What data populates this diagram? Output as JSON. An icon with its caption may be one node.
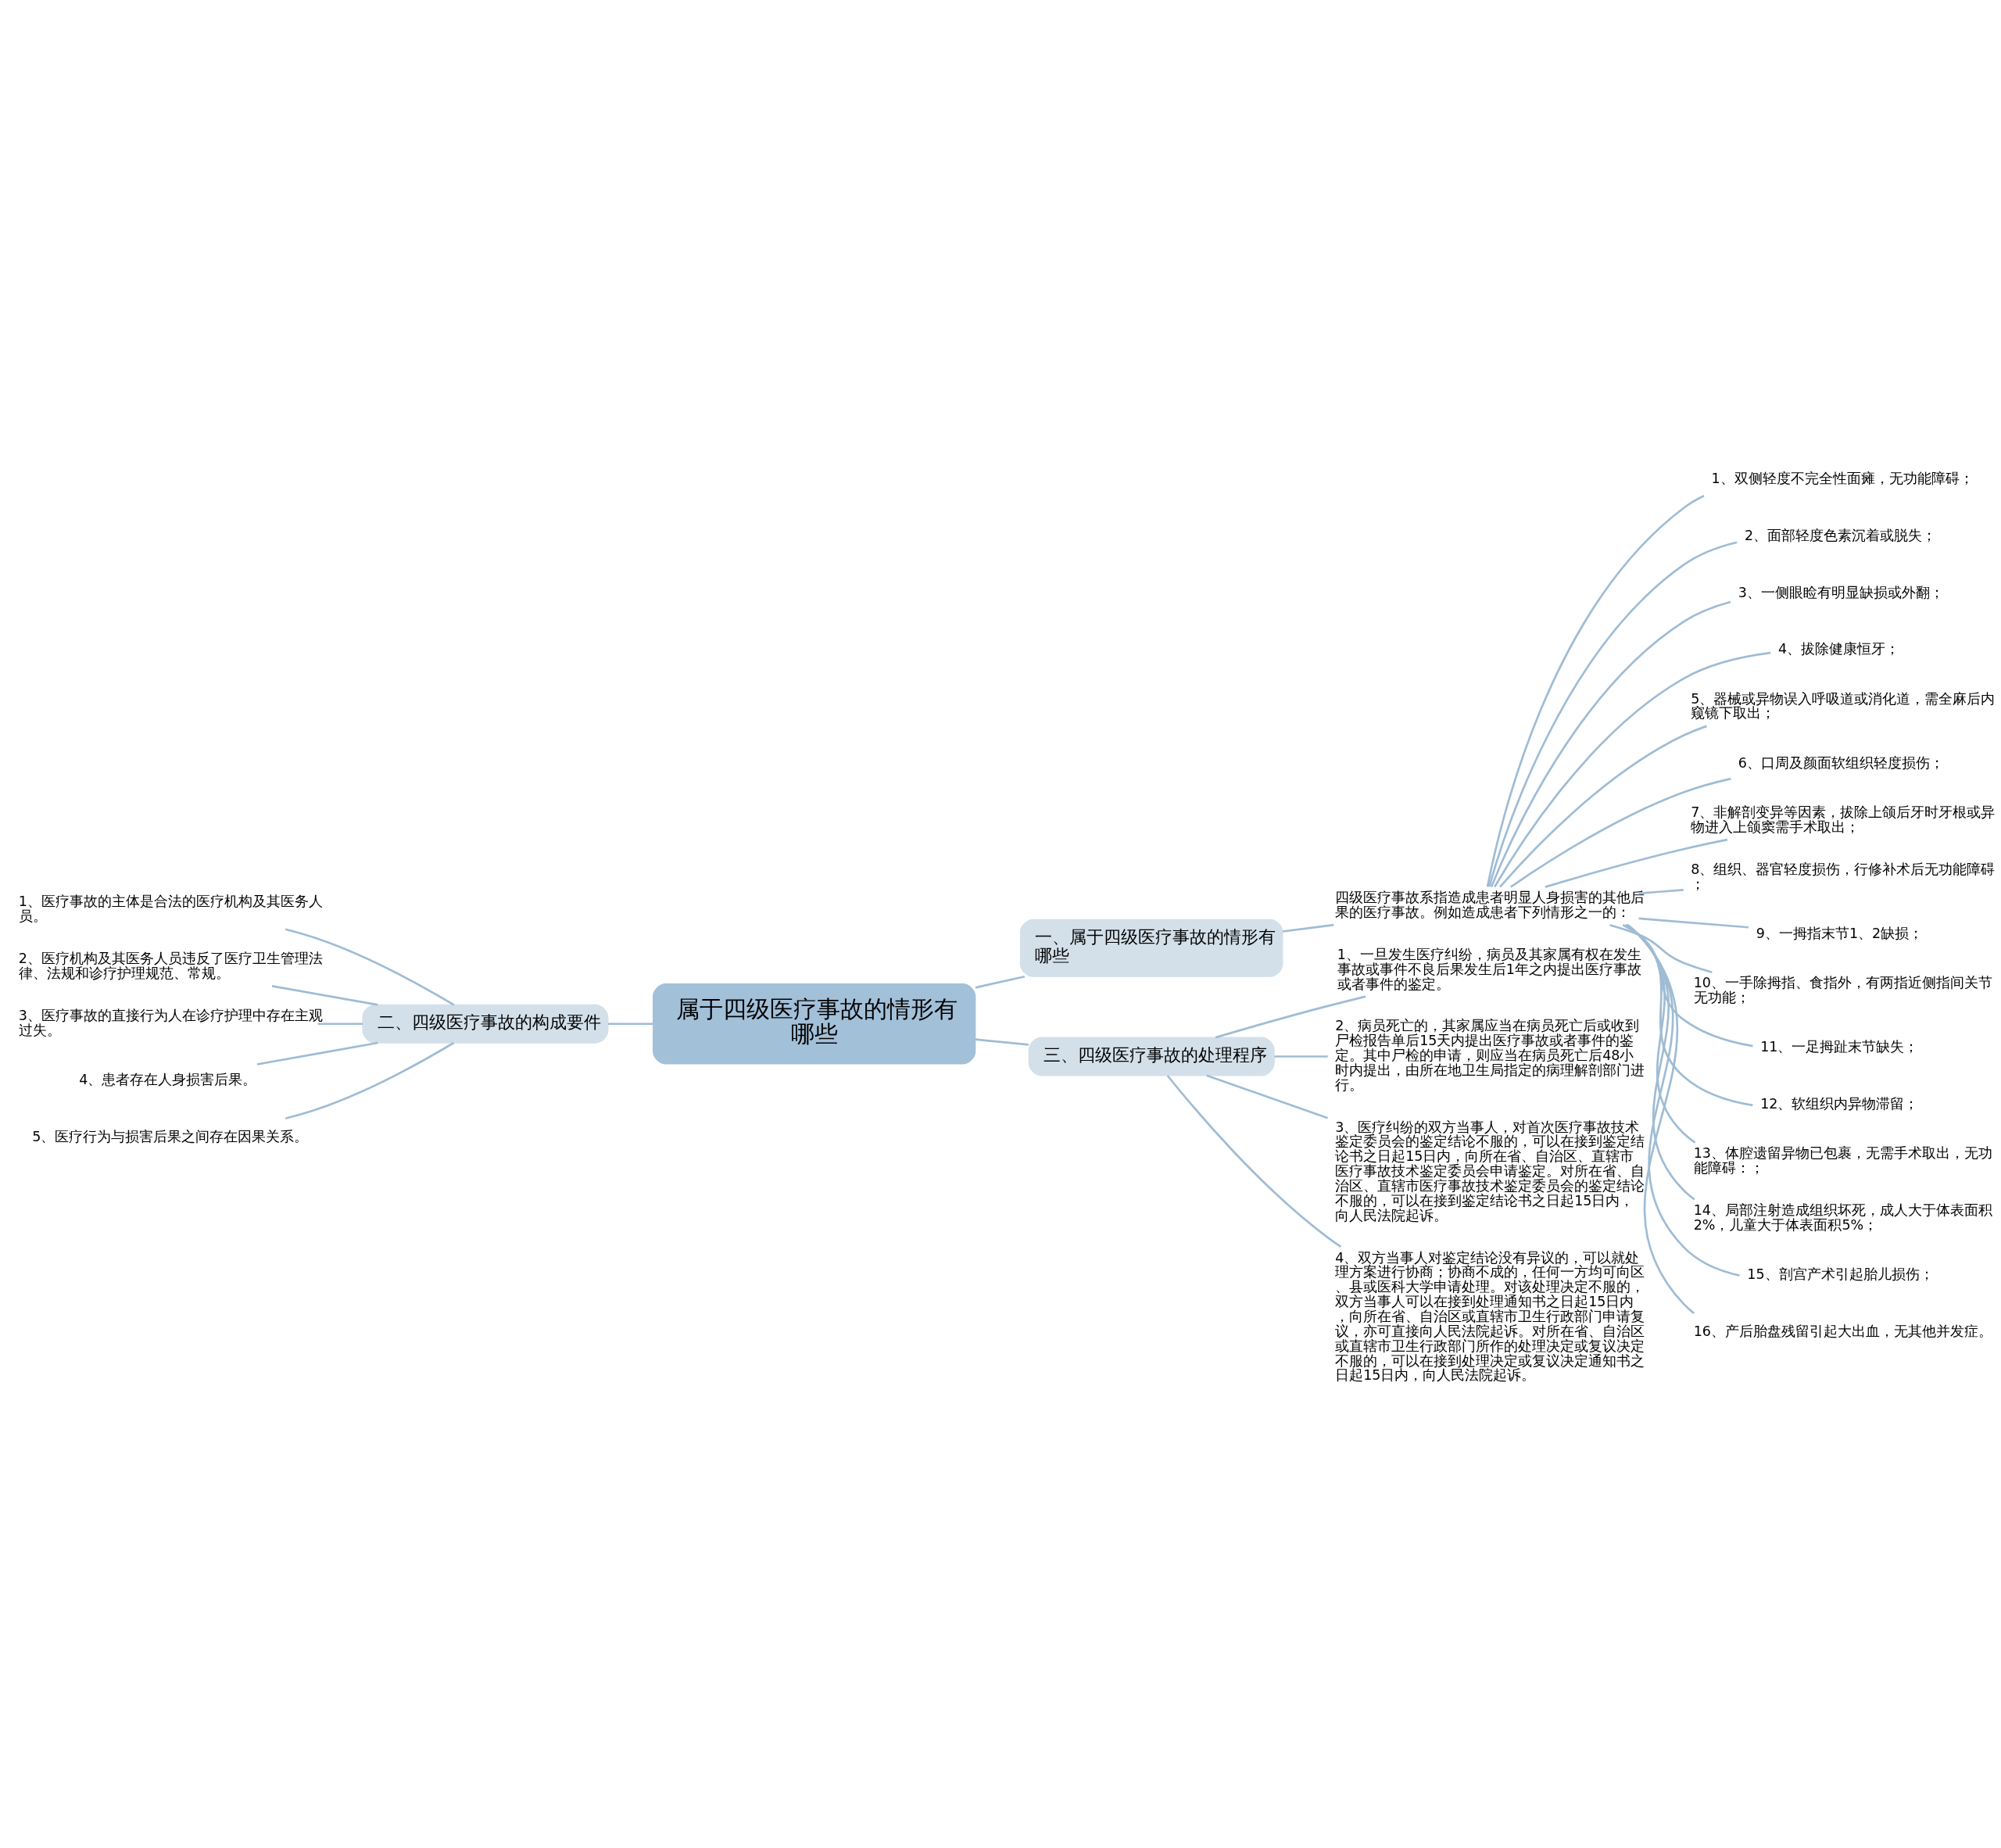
{
  "diagram": {
    "nodes": [
      {
        "text": [
          "属于四级医疗事故的情形有哪些"
        ]
      },
      {
        "text": [
          "一、属于四级医疗事故的情形有哪些"
        ]
      },
      {
        "text": [
          "四级医疗事故系指造成患者明显人身损害的其他后果的医疗事故。例如造成患者下列情形之一的："
        ]
      },
      {
        "text": [
          "1、双侧轻度不完全性面瘫，无功能障碍；"
        ]
      },
      {
        "text": [
          "2、面部轻度色素沉着或脱失；"
        ]
      },
      {
        "text": [
          "3、一侧眼睑有明显缺损或外翻；"
        ]
      },
      {
        "text": [
          "4、拔除健康恒牙；"
        ]
      },
      {
        "text": [
          "5、器械或异物误入呼吸道或消化道，需全麻后内窥镜下取出；"
        ]
      },
      {
        "text": [
          "6、口周及颜面软组织轻度损伤；"
        ]
      },
      {
        "text": [
          "7、非解剖变异等因素，拔除上颌后牙时牙根或异物进入上颌窦需手术取出；"
        ]
      },
      {
        "text": [
          "8、组织、器官轻度损伤，行修补术后无功能障碍；"
        ]
      },
      {
        "text": [
          "9、一拇指末节1、2缺损；"
        ]
      },
      {
        "text": [
          "10、一手除拇指、食指外，有两指近侧指间关节无功能；"
        ]
      },
      {
        "text": [
          "11、一足拇趾末节缺失；"
        ]
      },
      {
        "text": [
          "12、软组织内异物滞留；"
        ]
      },
      {
        "text": [
          "13、体腔遗留异物已包裹，无需手术取出，无功能障碍：；"
        ]
      },
      {
        "text": [
          "14、局部注射造成组织坏死，成人大于体表面积2%，儿童大于体表面积5%；"
        ]
      },
      {
        "text": [
          "15、剖宫产术引起胎儿损伤；"
        ]
      },
      {
        "text": [
          "16、产后胎盘残留引起大出血，无其他并发症。"
        ]
      },
      {
        "text": [
          "二、四级医疗事故的构成要件"
        ]
      },
      {
        "text": [
          "1、医疗事故的主体是合法的医疗机构及其医务人员。"
        ]
      },
      {
        "text": [
          "2、医疗机构及其医务人员违反了医疗卫生管理法律、法规和诊疗护理规范、常规。"
        ]
      },
      {
        "text": [
          "3、医疗事故的直接行为人在诊疗护理中存在主观过失。"
        ]
      },
      {
        "text": [
          "4、患者存在人身损害后果。"
        ]
      },
      {
        "text": [
          "5、医疗行为与损害后果之间存在因果关系。"
        ]
      },
      {
        "text": [
          "三、四级医疗事故的处理程序"
        ]
      },
      {
        "text": [
          "1、一旦发生医疗纠纷，病员及其家属有权在发生事故或事件不良后果发生后1年之内提出医疗事故或者事件的鉴定。"
        ]
      },
      {
        "text": [
          "2、病员死亡的，其家属应当在病员死亡后或收到尸检报告单后15天内提出医疗事故或者事件的鉴定。其中尸检的申请，则应当在病员死亡后48小时内提出，由所在地卫生局指定的病理解剖部门进行。"
        ]
      },
      {
        "text": [
          "3、医疗纠纷的双方当事人，对首次医疗事故技术鉴定委员会的鉴定结论不服的，可以在接到鉴定结论书之日起15日内，向所在省、自治区、直辖市医疗事故技术鉴定委员会申请鉴定。对所在省、自治区、直辖市医疗事故技术鉴定委员会的鉴定结论不服的，可以在接到鉴定结论书之日起15日内，向人民法院起诉。"
        ]
      },
      {
        "text": [
          "4、双方当事人对鉴定结论没有异议的，可以就处理方案进行协商；协商不成的，任何一方均可向区、县或医科大学申请处理。对该处理决定不服的，双方当事人可以在接到处理通知书之日起15日内，向所在省、自治区或直辖市卫生行政部门申请复议，亦可直接向人民法院起诉。对所在省、自治区或直辖市卫生行政部门所作的处理决定或复议决定不服的，可以在接到处理决定或复议决定通知书之日起15日内，向人民法院起诉。"
        ]
      }
    ],
    "edges": [
      {
        "from": 0,
        "to": 1,
        "arrow": "none"
      },
      {
        "from": 1,
        "to": 2,
        "arrow": "none"
      },
      {
        "from": 2,
        "to": 3,
        "arrow": "none"
      },
      {
        "from": 2,
        "to": 4,
        "arrow": "none"
      },
      {
        "from": 2,
        "to": 5,
        "arrow": "none"
      },
      {
        "from": 2,
        "to": 6,
        "arrow": "none"
      },
      {
        "from": 2,
        "to": 7,
        "arrow": "none"
      },
      {
        "from": 2,
        "to": 8,
        "arrow": "none"
      },
      {
        "from": 2,
        "to": 9,
        "arrow": "none"
      },
      {
        "from": 2,
        "to": 10,
        "arrow": "none"
      },
      {
        "from": 2,
        "to": 11,
        "arrow": "none"
      },
      {
        "from": 2,
        "to": 12,
        "arrow": "none"
      },
      {
        "from": 2,
        "to": 13,
        "arrow": "none"
      },
      {
        "from": 2,
        "to": 14,
        "arrow": "none"
      },
      {
        "from": 2,
        "to": 15,
        "arrow": "none"
      },
      {
        "from": 2,
        "to": 16,
        "arrow": "none"
      },
      {
        "from": 2,
        "to": 17,
        "arrow": "none"
      },
      {
        "from": 2,
        "to": 18,
        "arrow": "none"
      },
      {
        "from": 19,
        "to": 0,
        "arrow": "none"
      },
      {
        "from": 20,
        "to": 19,
        "arrow": "none"
      },
      {
        "from": 21,
        "to": 19,
        "arrow": "none"
      },
      {
        "from": 22,
        "to": 19,
        "arrow": "none"
      },
      {
        "from": 23,
        "to": 19,
        "arrow": "none"
      },
      {
        "from": 24,
        "to": 19,
        "arrow": "none"
      },
      {
        "from": 0,
        "to": 25,
        "arrow": "none"
      },
      {
        "from": 25,
        "to": 26,
        "arrow": "none"
      },
      {
        "from": 25,
        "to": 27,
        "arrow": "none"
      },
      {
        "from": 25,
        "to": 28,
        "arrow": "none"
      },
      {
        "from": 25,
        "to": 29,
        "arrow": "none"
      }
    ]
  }
}
